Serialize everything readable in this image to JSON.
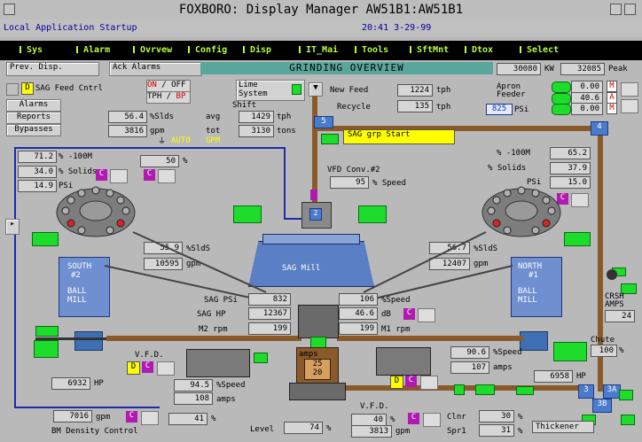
{
  "window": {
    "title": "FOXBORO: Display Manager  AW51B1:AW51B1"
  },
  "status": {
    "left": "Local Application Startup",
    "right": "20:41  3-29-99"
  },
  "menu": [
    "Sys",
    "Alarm",
    "Ovrvew",
    "Config",
    "Disp",
    "IT_Mai",
    "Tools",
    "SftMnt",
    "Dtox",
    "Select"
  ],
  "toolbar": {
    "prev": "Prev. Disp.",
    "ack": "Ack Alarms",
    "title": "GRINDING  OVERVIEW",
    "kw_val": "30080",
    "kw_lbl": "KW",
    "peak_val": "32085",
    "peak_lbl": "Peak"
  },
  "sag": {
    "feed_ctrl": "SAG Feed Cntrl",
    "on": "ON",
    "off": "OFF",
    "tph": "TPH",
    "bp": "BP",
    "alarms": "Alarms",
    "reports": "Reports",
    "bypasses": "Bypasses",
    "lime": "Lime",
    "system": "System",
    "shift": "Shift"
  },
  "feed": {
    "new_lbl": "New Feed",
    "new_val": "1224",
    "new_u": "tph",
    "rec_lbl": "Recycle",
    "rec_val": "135",
    "rec_u": "tph"
  },
  "apron": {
    "lbl": "Apron",
    "lbl2": "Feeder",
    "psi": "825",
    "psi_u": "PSi",
    "v1": "0.00",
    "v2": "40.6",
    "v3": "0.00",
    "m": "M",
    "a": "A"
  },
  "solids": {
    "v": "56.4",
    "u": "%Slds",
    "avg_lbl": "avg",
    "avg_v": "1429",
    "avg_u": "tph",
    "gpm_v": "3816",
    "gpm_u": "gpm",
    "tot_lbl": "tot",
    "tot_v": "3130",
    "tot_u": "tons",
    "auto": "AUTO",
    "gpm_l": "GPM"
  },
  "left_cyc": {
    "a": "71.2",
    "a_u": "% -100M",
    "b": "34.0",
    "b_u": "% Solids",
    "c": "14.9",
    "c_u": "PSi",
    "d": "50",
    "d_u": "%"
  },
  "right_cyc": {
    "a_u": "% -100M",
    "a": "65.2",
    "b_u": "% Solids",
    "b": "37.9",
    "c_u": "PSi",
    "c": "15.0"
  },
  "vfd2": {
    "lbl": "VFD Conv.#2",
    "v": "95",
    "u": "% Speed",
    "btn": "SAG grp Start"
  },
  "mills": {
    "sag": "SAG Mill",
    "south": "SOUTH",
    "south2": "#2",
    "ball": "BALL",
    "mill": "MILL",
    "north": "NORTH",
    "north2": "#1",
    "crsh": "CRSH",
    "amps": "AMPS",
    "crsh_v": "24"
  },
  "left_sl": {
    "v": "55.9",
    "u": "%SldS",
    "g": "10595",
    "gu": "gpm"
  },
  "right_sl": {
    "v": "56.7",
    "u": "%SldS",
    "g": "12407",
    "gu": "gpm"
  },
  "sagpar": {
    "psi_l": "SAG PSi",
    "psi": "832",
    "hp_l": "SAG HP",
    "hp": "12367",
    "rpm_l": "M2 rpm",
    "rpm": "199",
    "spd": "106",
    "spd_u": "%Speed",
    "db": "46.6",
    "db_u": "dB",
    "m1": "199",
    "m1_u": "M1 rpm",
    "amps_l": "amps",
    "amps_v": "25",
    "amps_v2": "20"
  },
  "vfd": {
    "lbl": "V.F.D.",
    "lbl2": "V.F.D.",
    "hp1": "6932",
    "hp_u": "HP",
    "spd": "94.5",
    "spd_u": "%Speed",
    "amps": "108",
    "amps_u": "amps",
    "r1": "90.6",
    "r1_u": "%Speed",
    "r2": "107",
    "r2_u": "amps",
    "hp2": "6958",
    "hp2_u": "HP",
    "chute": "Chute",
    "chute_v": "100",
    "chute_u": "%"
  },
  "bottom": {
    "g": "7016",
    "gu": "gpm",
    "p": "41",
    "pu": "%",
    "bm": "BM Density Control",
    "lvl": "Level",
    "lvl_v": "74",
    "lvl_u": "%",
    "gpm2": "3813",
    "gpm2_u": "gpm",
    "clnr": "Clnr",
    "clnr_v": "30",
    "spr": "Spr1",
    "spr_v": "31",
    "pct": "%",
    "thick": "Thickener",
    "a2": "40",
    "a2_u": "%"
  },
  "badges": {
    "d": "D",
    "c": "C"
  }
}
